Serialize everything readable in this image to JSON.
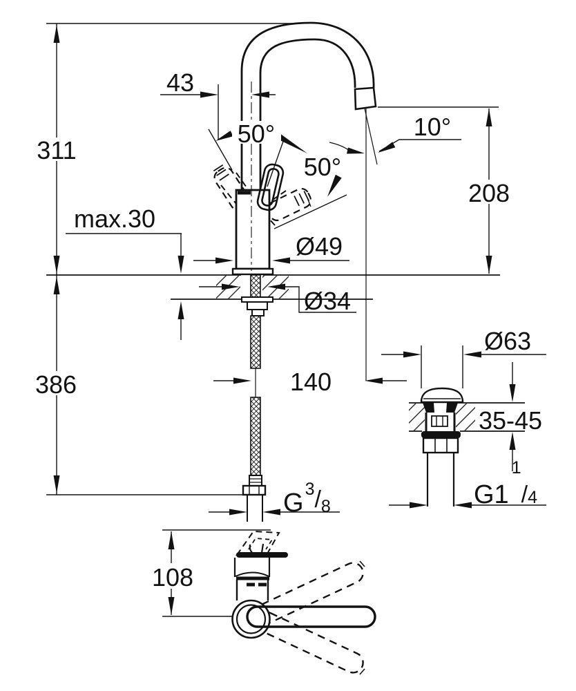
{
  "drawing": {
    "type": "technical-dimension-drawing",
    "subject": "single-lever basin mixer faucet with pop-up waste",
    "colors": {
      "line": "#121212",
      "background": "#ffffff"
    },
    "labels": {
      "height_total": "311",
      "spout_clearance": "43",
      "lever_angle_left": "50°",
      "lever_angle_right": "50°",
      "outlet_angle": "10°",
      "outlet_height": "208",
      "deck_max_thickness": "max.30",
      "body_diameter": "Ø49",
      "hole_diameter": "Ø34",
      "below_deck_length": "386",
      "spout_reach": "140",
      "waste_flange_diameter": "Ø63",
      "waste_deck_range": "35-45",
      "front_height": "108",
      "supply_prefix": "G",
      "supply_sup": "3",
      "supply_slash": "/",
      "supply_sub": "8",
      "waste_prefix": "G1",
      "waste_sup": "1",
      "waste_slash": "/",
      "waste_sub": "4"
    }
  }
}
